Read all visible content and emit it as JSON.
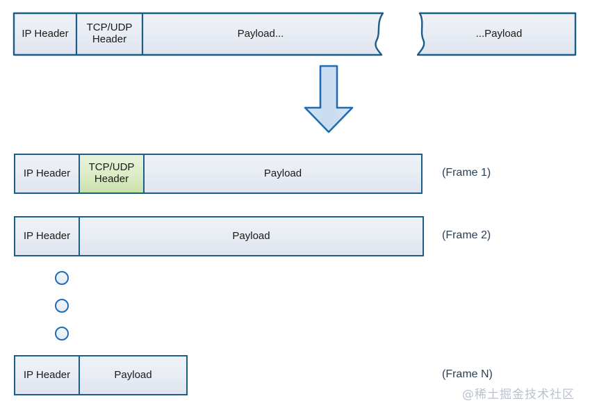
{
  "diagram": {
    "title_text": "",
    "colors": {
      "box_border": "#1a5d88",
      "box_fill_top": "#eef1f8",
      "box_fill_bottom": "#dfe4ee",
      "highlight_green_top": "#e9f2da",
      "highlight_green_bottom": "#c8e0ab",
      "arrow_fill": "#cfe2f3",
      "arrow_border": "#1f6cb0",
      "circle_border": "#1e6cb5",
      "label_color": "#2b3f55",
      "watermark_color": "#b9c2cd"
    },
    "original_packet": {
      "name": "original-packet",
      "left_segment": {
        "cells": [
          {
            "id": "ip-header",
            "label": "IP Header"
          },
          {
            "id": "tcp-udp-header",
            "label": "TCP/UDP\nHeader"
          },
          {
            "id": "payload-start",
            "label": "Payload..."
          }
        ]
      },
      "right_segment": {
        "cells": [
          {
            "id": "payload-end",
            "label": "...Payload"
          }
        ]
      }
    },
    "arrow": {
      "name": "down-arrow",
      "direction": "down"
    },
    "frames": [
      {
        "id": "frame-1",
        "label": "(Frame 1)",
        "cells": [
          {
            "id": "frame1-ip-header",
            "label": "IP Header",
            "highlight": false
          },
          {
            "id": "frame1-tcp-udp-header",
            "label": "TCP/UDP\nHeader",
            "highlight": true
          },
          {
            "id": "frame1-payload",
            "label": "Payload",
            "highlight": false
          }
        ]
      },
      {
        "id": "frame-2",
        "label": "(Frame 2)",
        "cells": [
          {
            "id": "frame2-ip-header",
            "label": "IP Header",
            "highlight": false
          },
          {
            "id": "frame2-payload",
            "label": "Payload",
            "highlight": false
          }
        ]
      },
      {
        "id": "frame-n",
        "label": "(Frame N)",
        "cells": [
          {
            "id": "framen-ip-header",
            "label": "IP Header",
            "highlight": false
          },
          {
            "id": "framen-payload",
            "label": "Payload",
            "highlight": false
          }
        ]
      }
    ],
    "ellipsis": {
      "name": "vertical-ellipsis",
      "count": 3
    },
    "watermark": {
      "text": "@稀土掘金技术社区"
    }
  }
}
